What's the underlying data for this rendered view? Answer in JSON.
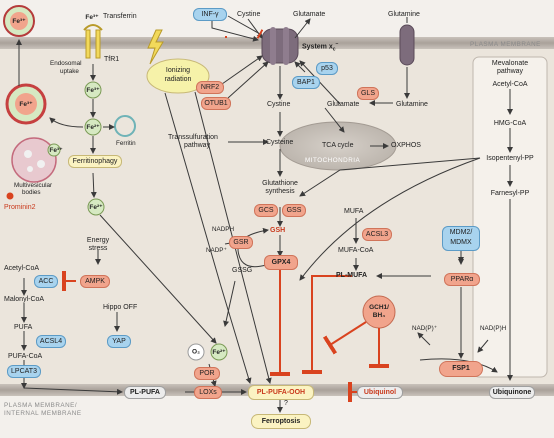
{
  "membranes": {
    "plasma_top": "PLASMA MEMBRANE",
    "mitochondria": "MITOCHONDRIA",
    "plasma_bottom_1": "PLASMA MEMBRANE/",
    "plasma_bottom_2": "INTERNAL MEMBRANE"
  },
  "iron_uptake": {
    "fe3": "Fe³⁺",
    "fe2": "Fe²⁺",
    "transferrin": "Transferrin",
    "tfr1": "TfR1",
    "endosomal_uptake_1": "Endosomal",
    "endosomal_uptake_2": "uptake",
    "ferritin": "Ferritin",
    "ferritinophagy": "Ferritinophagy",
    "multivesicular_1": "Multivesicular",
    "multivesicular_2": "bodies",
    "prominin2": "Prominin2"
  },
  "radiation": {
    "label_1": "Ionizing",
    "label_2": "radiation"
  },
  "system_xc": {
    "inf_gamma": "INF-γ",
    "cystine": "Cystine",
    "glutamate": "Glutamate",
    "glutamine": "Glutamine",
    "label": "System x",
    "label_sub": "c",
    "label_sup": "–",
    "nrf2": "NRF2",
    "otub1": "OTUB1",
    "p53": "p53",
    "bap1": "BAP1",
    "gls": "GLS"
  },
  "gsh_pathway": {
    "cysteine": "Cysteine",
    "transsulfuration_1": "Transsulfuration",
    "transsulfuration_2": "pathway",
    "gsh_synthesis_1": "Glutathione",
    "gsh_synthesis_2": "synthesis",
    "gcs": "GCS",
    "gss": "GSS",
    "gsh": "GSH",
    "gssg": "GSSG",
    "gsr": "GSR",
    "nadph": "NADPH",
    "nadp": "NADP⁺",
    "gpx4": "GPX4",
    "tca_cycle": "TCA cycle",
    "oxphos": "OXPHOS"
  },
  "mevalonate": {
    "title_1": "Mevalonate",
    "title_2": "pathway",
    "acetyl_coa": "Acetyl-CoA",
    "hmg_coa": "HMG-CoA",
    "ipp": "Isopentenyl-PP",
    "fpp": "Farnesyl-PP",
    "ubiquinone": "Ubiquinone"
  },
  "mufa": {
    "mufa": "MUFA",
    "acsl3": "ACSL3",
    "mufa_coa": "MUFA-CoA",
    "pl_mufa": "PL-MUFA",
    "mdm2_1": "MDM2/",
    "mdm2_2": "MDMX",
    "ppara": "PPARα",
    "gch1_1": "GCH1/",
    "gch1_2": "BH₄",
    "nadp": "NAD(P)⁺",
    "nadph": "NAD(P)H",
    "fsp1": "FSP1",
    "ubiquinol": "Ubiquinol"
  },
  "pufa": {
    "energy_stress_1": "Energy",
    "energy_stress_2": "stress",
    "acetyl_coa": "Acetyl-CoA",
    "acc": "ACC",
    "ampk": "AMPK",
    "malonyl_coa": "Malonyl-CoA",
    "hippo": "Hippo OFF",
    "pufa": "PUFA",
    "acsl4": "ACSL4",
    "yap": "YAP",
    "pufa_coa": "PUFA-CoA",
    "lpcat3": "LPCAT3",
    "pl_pufa": "PL-PUFA",
    "o2": "O₂",
    "fe2": "Fe²⁺",
    "por": "POR",
    "loxs": "LOXs",
    "pl_pufa_ooh": "PL-PUFA-OOH",
    "question": "?",
    "ferroptosis": "Ferroptosis"
  },
  "colors": {
    "membrane": "#b7afa8",
    "cytoplasm": "#ebe5dc",
    "enzyme": "#f1a48c",
    "regulator": "#a8d3ee",
    "lipid_box": "#fbf3c2",
    "inhibition": "#d9431f",
    "arrow": "#3a3a3a"
  }
}
